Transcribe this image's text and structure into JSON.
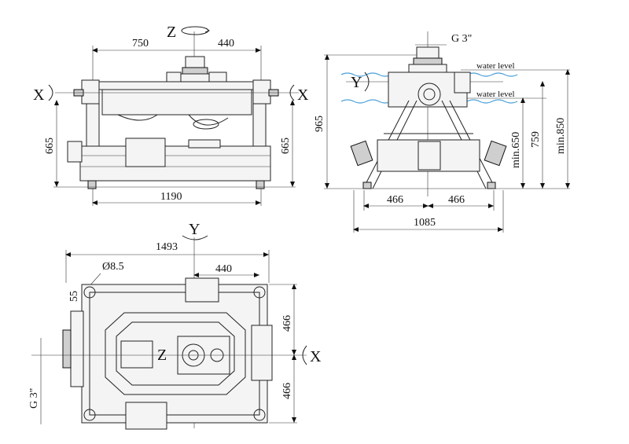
{
  "front": {
    "d750": "750",
    "d440": "440",
    "d665_left": "665",
    "d665_right": "665",
    "d1190": "1190",
    "axis_z": "Z",
    "axis_x_left": "X",
    "axis_x_right": "X"
  },
  "side": {
    "g3": "G 3\"",
    "water1": "water level",
    "water2": "water level",
    "axis_y": "Y",
    "d965": "965",
    "d650": "min.650",
    "d759": "759",
    "d850": "min.850",
    "d466a": "466",
    "d466b": "466",
    "d1085": "1085"
  },
  "top": {
    "axis_y": "Y",
    "d1493": "1493",
    "d440": "440",
    "dia": "Ø8.5",
    "d55": "55",
    "d466a": "466",
    "d466b": "466",
    "axis_z": "Z",
    "axis_x": "X",
    "g3": "G 3\""
  },
  "colors": {
    "line": "#222222",
    "water": "#4aa0d8"
  }
}
